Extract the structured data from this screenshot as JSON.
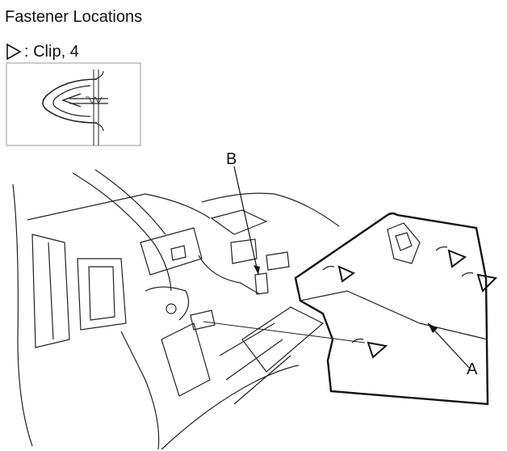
{
  "header": {
    "title": "Fastener Locations"
  },
  "legend": {
    "symbol": "triangle-clip-icon",
    "text": ": Clip, 4"
  },
  "callouts": {
    "a": "A",
    "b": "B"
  }
}
